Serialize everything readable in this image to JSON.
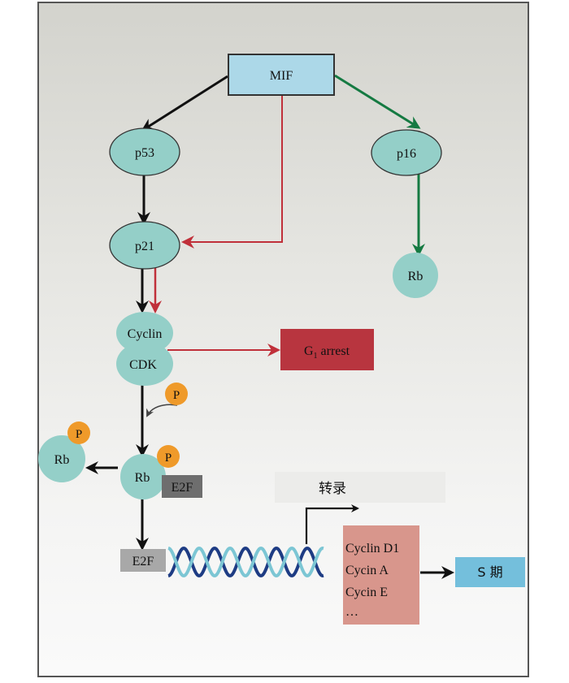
{
  "diagram": {
    "nodes": {
      "mif": "MIF",
      "p53": "p53",
      "p16": "p16",
      "p21": "p21",
      "rb_right": "Rb",
      "cyclin": "Cyclin",
      "cdk": "CDK",
      "g1_arrest_main": "G",
      "g1_arrest_sub": "1",
      "g1_arrest_rest": " arrest",
      "phosphate_free": "P",
      "rb_left": "Rb",
      "rb_left_p": "P",
      "rb_center": "Rb",
      "rb_center_p": "P",
      "e2f_bound": "E2F",
      "e2f_free": "E2F",
      "transcription": "转录",
      "genes": [
        "Cyclin D1",
        "Cycin A",
        "Cycin E",
        "…"
      ],
      "s_phase": "S 期"
    },
    "colors": {
      "mif_fill": "#acd8e8",
      "protein_fill": "#94cfc8",
      "phosphate": "#ef9a2a",
      "g1_box": "#b8353f",
      "e2f_dark": "#6e6e6e",
      "e2f_light": "#a8a8a8",
      "genes_box": "#d8968c",
      "s_phase_box": "#74bfdc",
      "arrow_black": "#111111",
      "arrow_red": "#c0303a",
      "arrow_green": "#157a42",
      "dna_dark": "#1e3c84",
      "dna_light": "#7cc6d4"
    }
  }
}
